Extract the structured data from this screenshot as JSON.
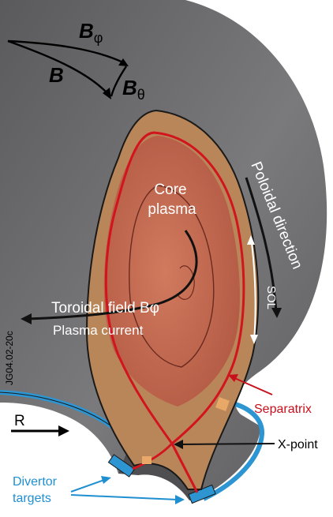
{
  "field_labels": {
    "b_phi": "B",
    "b_phi_sub": "φ",
    "b": "B",
    "b_theta": "B",
    "b_theta_sub": "θ"
  },
  "core_label_line1": "Core",
  "core_label_line2": "plasma",
  "poloidal_label": "Poloidal direction",
  "sol_label": "SOL",
  "toroidal_label": "Toroidal field Bφ",
  "current_label": "Plasma current",
  "figure_id": "JG04.02-20c",
  "separatrix_label": "Separatrix",
  "r_label": "R",
  "xpoint_label": "X-point",
  "divertor_line1": "Divertor",
  "divertor_line2": "targets",
  "colors": {
    "torus_gray": "#6e6e70",
    "separatrix_red": "#d2141e",
    "sol_tan": "#b88658",
    "core_plasma": "#c0684e",
    "divertor_blue": "#2d95d2",
    "label_red": "#c8101c",
    "label_blue": "#1f8fd0"
  }
}
